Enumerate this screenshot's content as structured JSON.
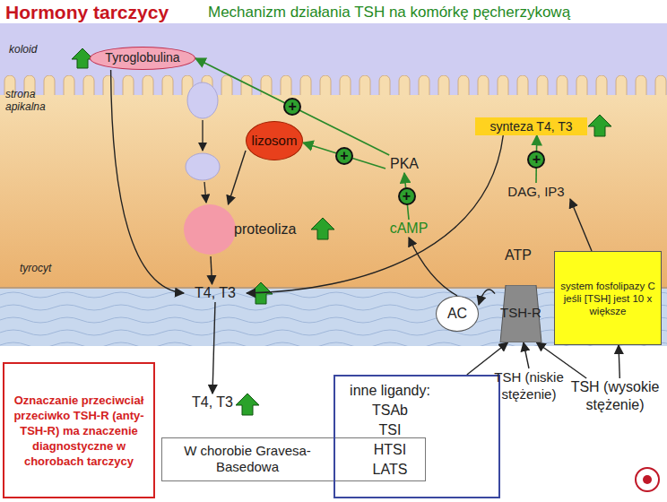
{
  "diagram": {
    "title": "Hormony tarczycy",
    "nodes": [
      {
        "text": [
          "Tyroglobulina"
        ]
      },
      {
        "text": [
          "lizosom"
        ]
      },
      {
        "text": [
          "PKA"
        ]
      },
      {
        "text": [
          "synteza T4, T3"
        ]
      },
      {
        "text": [
          "DAG, IP3"
        ]
      },
      {
        "text": [
          "proteoliza"
        ]
      },
      {
        "text": [
          "cAMP"
        ]
      },
      {
        "text": [
          "ATP"
        ]
      },
      {
        "text": [
          "T4, T3"
        ]
      },
      {
        "text": [
          "AC"
        ]
      },
      {
        "text": [
          "TSH-R"
        ]
      },
      {
        "text": [
          "system fosfolipazy C jeśli [TSH] jest 10 x większe"
        ]
      },
      {
        "text": [
          "Oznaczanie przeciwciał przeciwko TSH-R (anty-TSH-R) ma znaczenie diagnostyczne w chorobach tarczycy"
        ]
      },
      {
        "text": [
          "T4, T3"
        ]
      },
      {
        "text": [
          "W chorobie Gravesa-Basedowa"
        ]
      },
      {
        "text": [
          "inne ligandy:",
          "TSAb",
          "TSI",
          "HTSI",
          "LATS"
        ]
      },
      {
        "text": [
          "TSH (niskie stężenie)"
        ]
      },
      {
        "text": [
          "TSH (wysokie stężenie)"
        ]
      }
    ],
    "edges": [
      {
        "from": 0,
        "to": 8,
        "arrow": "to"
      },
      {
        "from": 2,
        "to": 0,
        "arrow": "to",
        "label": "+"
      },
      {
        "from": 2,
        "to": 1,
        "arrow": "to",
        "label": "+"
      },
      {
        "from": 6,
        "to": 2,
        "arrow": "to",
        "label": "+"
      },
      {
        "from": 9,
        "to": 6,
        "arrow": "to"
      },
      {
        "from": 3,
        "to": 8,
        "arrow": "to"
      },
      {
        "from": 4,
        "to": 3,
        "arrow": "to",
        "label": "+"
      },
      {
        "from": 11,
        "to": 4,
        "arrow": "to"
      },
      {
        "from": 10,
        "to": 9,
        "arrow": "to"
      },
      {
        "from": 8,
        "to": 13,
        "arrow": "to"
      },
      {
        "from": 5,
        "to": 8,
        "arrow": "to"
      },
      {
        "from": 1,
        "to": 5,
        "arrow": "to"
      },
      {
        "from": 16,
        "to": 10,
        "arrow": "to"
      },
      {
        "from": 17,
        "to": 10,
        "arrow": "to"
      },
      {
        "from": 17,
        "to": 11,
        "arrow": "to"
      },
      {
        "from": 15,
        "to": 10,
        "arrow": "to"
      }
    ],
    "labels": [
      "Mechanizm działania TSH na komórkę pęcherzykową",
      "koloid",
      "strona apikalna",
      "tyrocyt"
    ]
  }
}
